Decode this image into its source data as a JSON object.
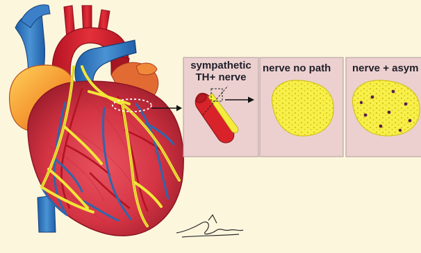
{
  "labels": {
    "sympathetic_line1": "sympathetic",
    "sympathetic_line2": "TH+ nerve",
    "nerve_no_path": "nerve no path",
    "nerve_asym": "nerve + asym"
  },
  "colors": {
    "background": "#fcf6dd",
    "panel_fill": "#ecd0cf",
    "panel_border": "#b9a7a6",
    "nerve_yellow": "#f5ec3e",
    "fiber_yellow": "#e3d61d",
    "asym_dot": "#5a1f4e",
    "vessel_red": "#d8232a",
    "vein_blue": "#3472b5",
    "myocardium": "#d83b48"
  },
  "icons": {
    "heart": "heart-illustration",
    "nerve_section_no_path": "nerve-cross-section-icon",
    "nerve_section_asym": "nerve-cross-section-asym-icon",
    "signature": "artist-signature"
  }
}
